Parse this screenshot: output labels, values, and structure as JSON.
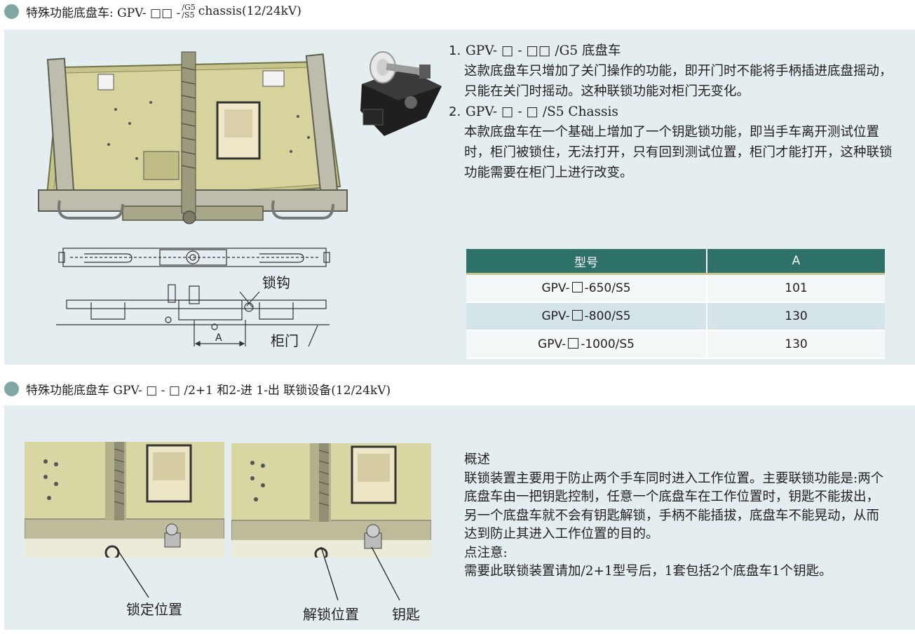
{
  "section1": {
    "header_prefix": "特殊功能底盘车: GPV- □□ -",
    "header_sup_top": "/G5",
    "header_sup_bottom": "/S5",
    "header_suffix": "chassis(12/24kV)",
    "item1": {
      "number": "1.",
      "title": "GPV- □ - □□ /G5 底盘车",
      "body": "这款底盘车只增加了关门操作的功能，即开门时不能将手柄插进底盘摇动，只能在关门时摇动。这种联锁功能对柜门无变化。"
    },
    "item2": {
      "number": "2.",
      "title": "GPV- □ - □ /S5 Chassis",
      "body": "本款底盘车在一个基础上增加了一个钥匙锁功能，即当手车离开测试位置时，柜门被锁住，无法打开，只有回到测试位置，柜门才能打开，这种联锁功能需要在柜门上进行改变。"
    },
    "drawing_labels": {
      "hook": "锁钩",
      "door": "柜门",
      "dimension": "A"
    },
    "table": {
      "headers": [
        "型号",
        "A"
      ],
      "rows": [
        {
          "prefix": "GPV-",
          "suffix": "-650/S5",
          "value": "101"
        },
        {
          "prefix": "GPV-",
          "suffix": "-800/S5",
          "value": "130"
        },
        {
          "prefix": "GPV-",
          "suffix": "-1000/S5",
          "value": "130"
        }
      ]
    }
  },
  "section2": {
    "header": "特殊功能底盘车 GPV- □ - □ /2+1 和2-进 1-出 联锁设备(12/24kV)",
    "photo_labels": {
      "locked": "锁定位置",
      "unlocked": "解锁位置",
      "key": "钥匙"
    },
    "overview_title": "概述",
    "overview_body": "联锁装置主要用于防止两个手车同时进入工作位置。主要联锁功能是:两个底盘车由一把钥匙控制，任意一个底盘车在工作位置时，钥匙不能拔出，另一个底盘车就不会有钥匙解锁，手柄不能插拔，底盘车不能晃动，从而达到防止其进入工作位置的目的。",
    "note_title": "点注意:",
    "note_body": "需要此联锁装置请加/2+1型号后，1套包括2个底盘车1个钥匙。"
  },
  "colors": {
    "accent": "#2e7168",
    "dot": "#7fa8a2",
    "panel": "#e4eef0",
    "rule": "#c9c48b"
  }
}
